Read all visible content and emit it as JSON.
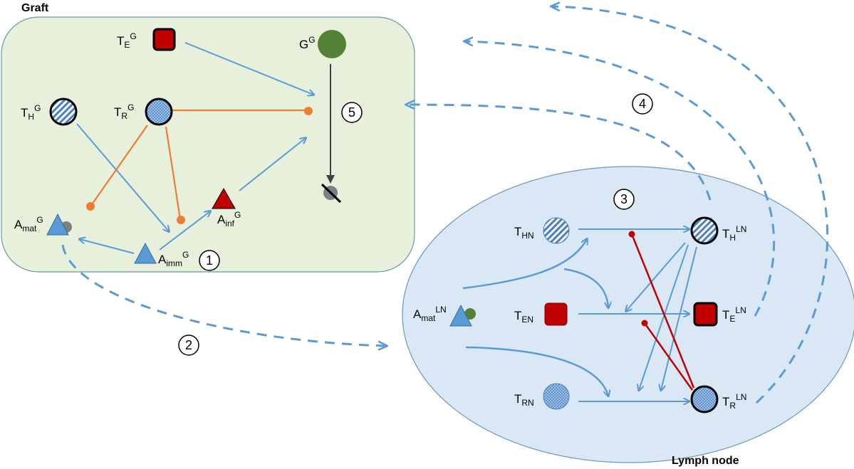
{
  "compartments": {
    "graft": {
      "title": "Graft",
      "fill": "#e6f0da",
      "stroke": "#6a98a8"
    },
    "lymph": {
      "title": "Lymph node",
      "fill": "#dae8f5",
      "stroke": "#6a98b8"
    }
  },
  "steps": [
    "1",
    "2",
    "3",
    "4",
    "5"
  ],
  "cells": {
    "te_g": {
      "base": "T",
      "sub": "E",
      "sup": "G",
      "shape": "square-red"
    },
    "g_g": {
      "base": "G",
      "sub": "",
      "sup": "G",
      "shape": "circle-green"
    },
    "th_g": {
      "base": "T",
      "sub": "H",
      "sup": "G",
      "shape": "circle-striped"
    },
    "tr_g": {
      "base": "T",
      "sub": "R",
      "sup": "G",
      "shape": "circle-dotted"
    },
    "amat_g": {
      "base": "A",
      "sub": "mat",
      "sup": "G",
      "shape": "triangle-blue"
    },
    "aimm_g": {
      "base": "A",
      "sub": "imm",
      "sup": "G",
      "shape": "triangle-blue"
    },
    "ainf_g": {
      "base": "A",
      "sub": "inf",
      "sup": "G",
      "shape": "triangle-red"
    },
    "dead_g": {
      "shape": "dead-cell"
    },
    "thn": {
      "base": "T",
      "sub": "HN",
      "sup": "",
      "shape": "circle-striped"
    },
    "ten": {
      "base": "T",
      "sub": "EN",
      "sup": "",
      "shape": "square-red"
    },
    "trn": {
      "base": "T",
      "sub": "RN",
      "sup": "",
      "shape": "circle-dotted"
    },
    "amat_ln": {
      "base": "A",
      "sub": "mat",
      "sup": "LN",
      "shape": "triangle-blue"
    },
    "th_ln": {
      "base": "T",
      "sub": "H",
      "sup": "LN",
      "shape": "circle-striped"
    },
    "te_ln": {
      "base": "T",
      "sub": "E",
      "sup": "LN",
      "shape": "square-red"
    },
    "tr_ln": {
      "base": "T",
      "sub": "R",
      "sup": "LN",
      "shape": "circle-dotted"
    }
  },
  "colors": {
    "arrow_blue": "#5b9bd5",
    "inhibit_orange": "#ed7d31",
    "inhibit_red": "#c00000",
    "cell_red": "#c00000",
    "cell_green": "#548235",
    "cell_blue": "#5b9bd5",
    "arrow_black": "#404040"
  }
}
